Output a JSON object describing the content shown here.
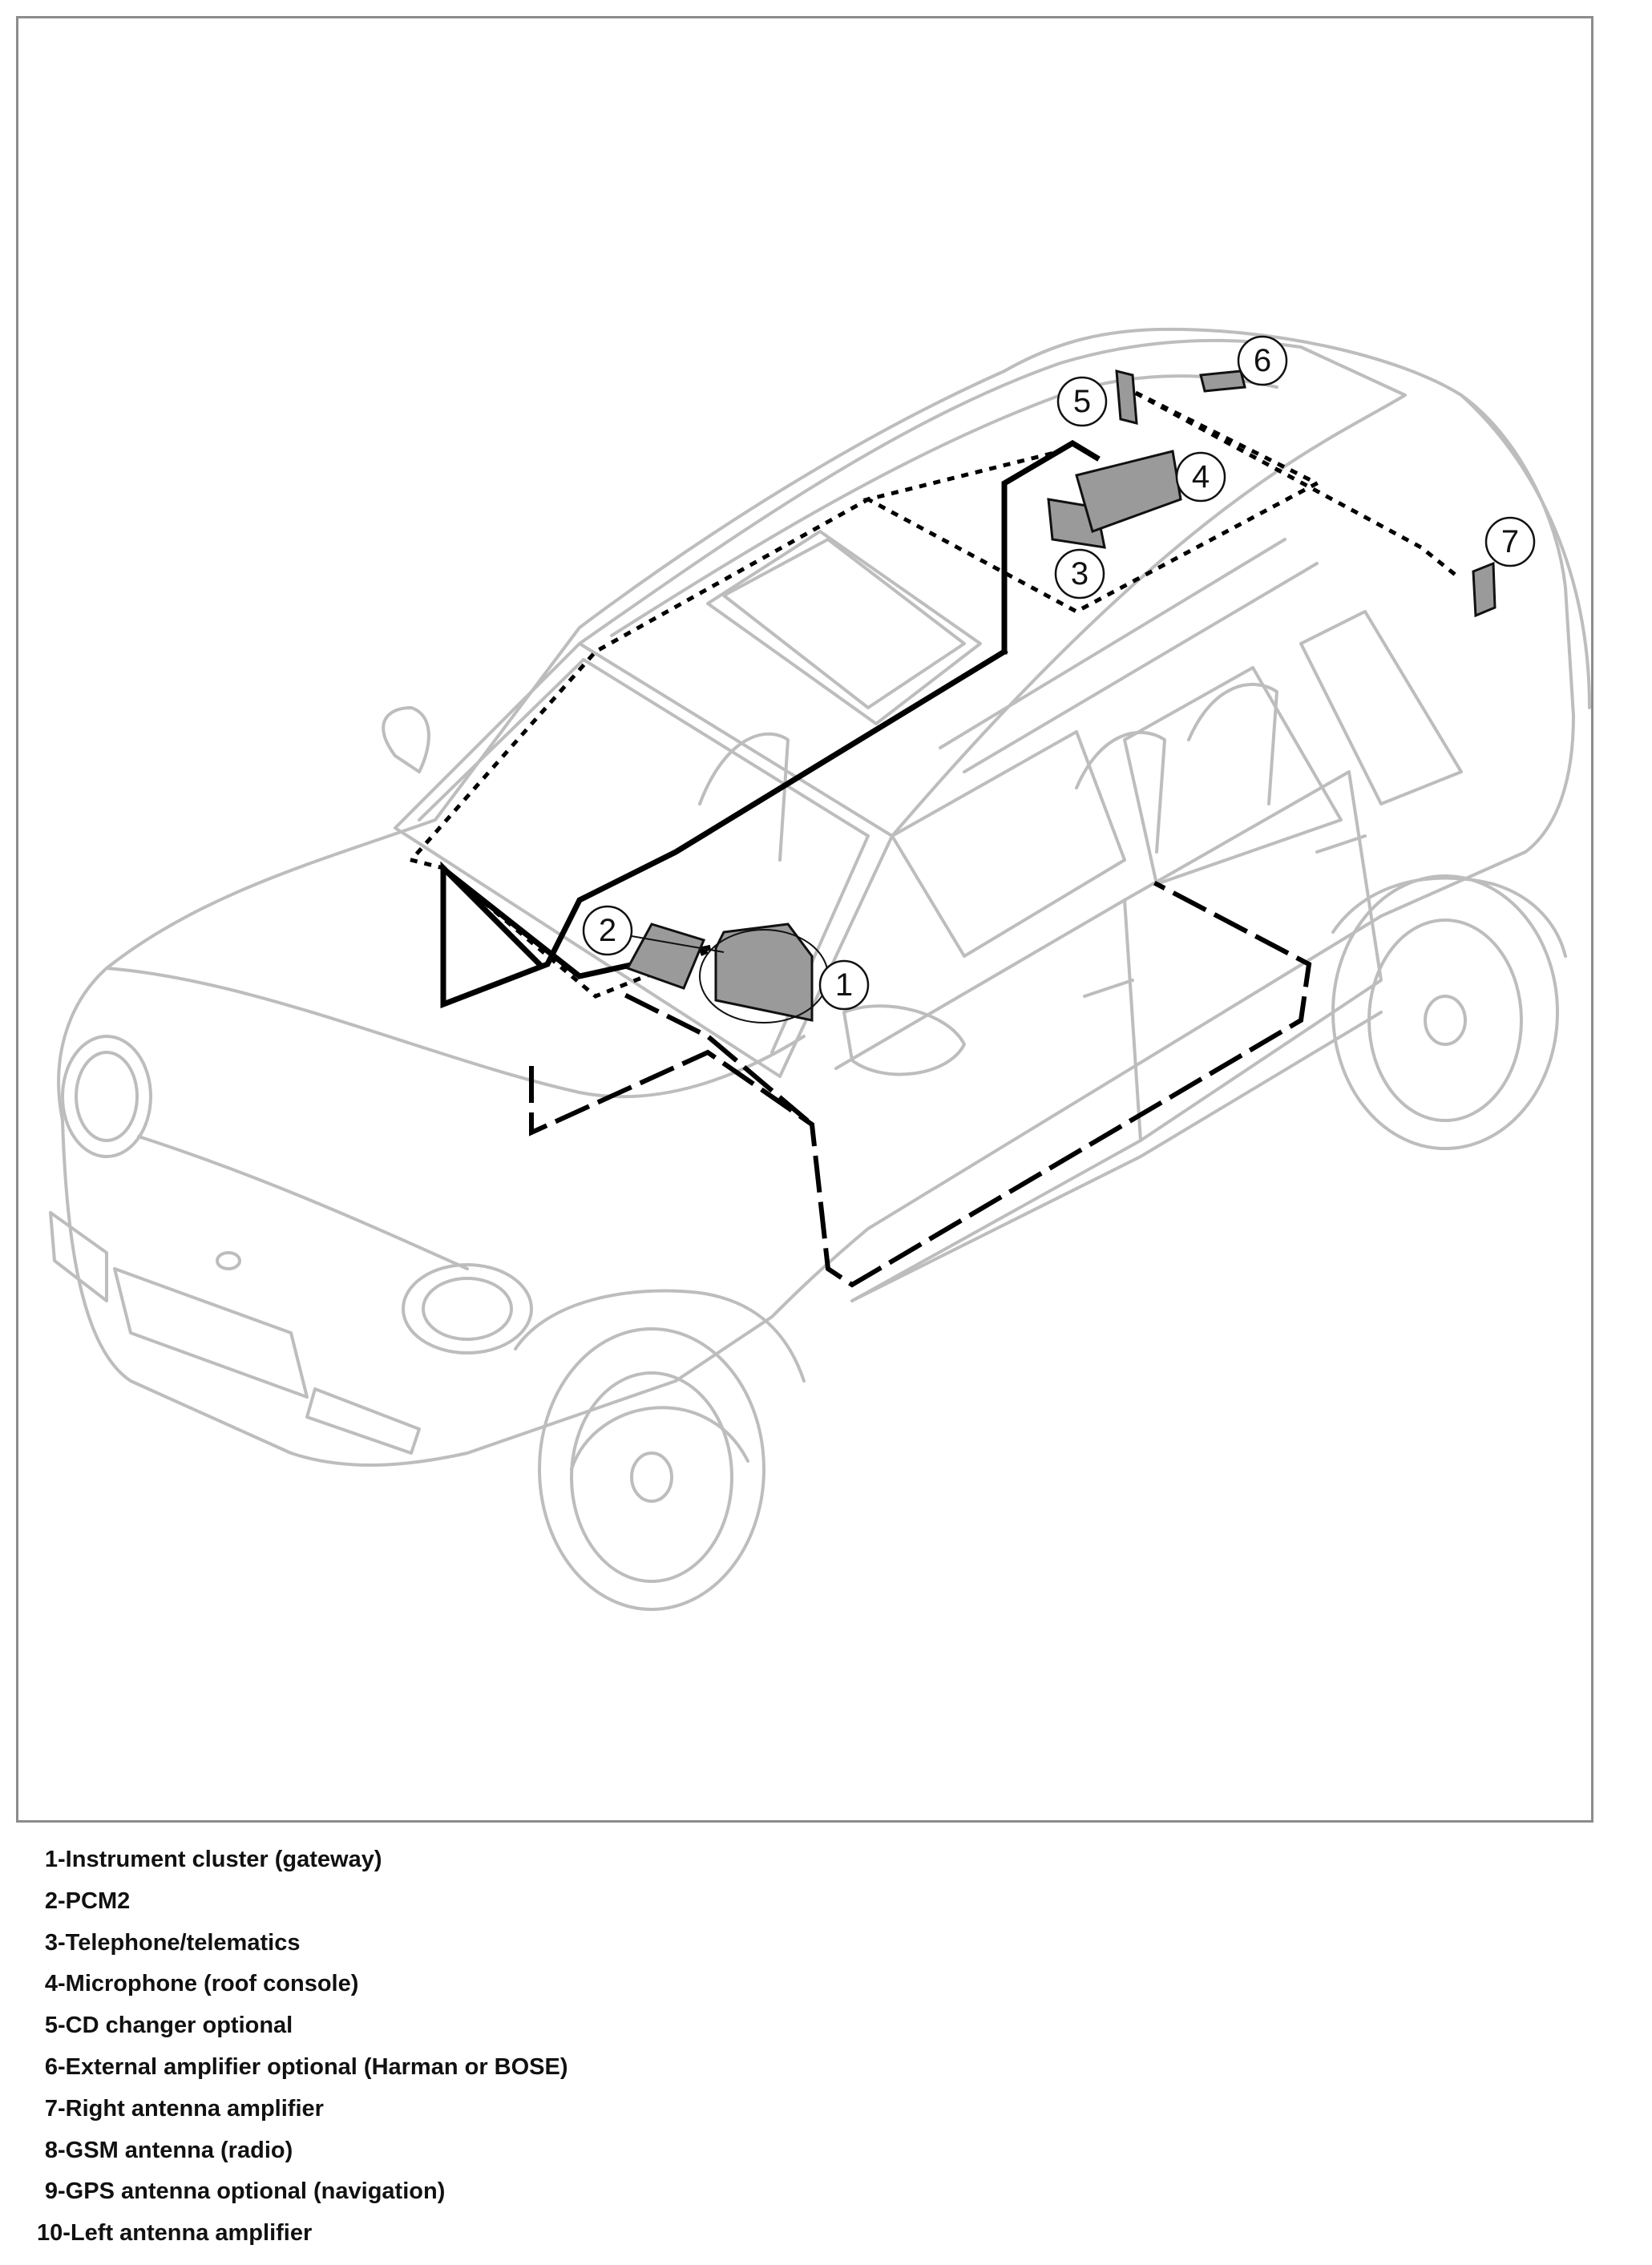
{
  "colors": {
    "car_outline": "#bdbdbd",
    "wiring": "#000000",
    "component_fill": "#9a9a9a",
    "frame": "#8c8c8c"
  },
  "diagram": {
    "callouts": [
      "1",
      "2",
      "3",
      "4",
      "5",
      "6",
      "7"
    ]
  },
  "legend": [
    {
      "num": "1",
      "label": "Instrument cluster (gateway)"
    },
    {
      "num": "2",
      "label": "PCM2"
    },
    {
      "num": "3",
      "label": "Telephone/telematics"
    },
    {
      "num": "4",
      "label": "Microphone (roof console)"
    },
    {
      "num": "5",
      "label": "CD changer optional"
    },
    {
      "num": "6",
      "label": "External amplifier optional (Harman or BOSE)"
    },
    {
      "num": "7",
      "label": "Right antenna amplifier"
    },
    {
      "num": "8",
      "label": "GSM antenna (radio)"
    },
    {
      "num": "9",
      "label": "GPS antenna optional (navigation)"
    },
    {
      "num": "10",
      "label": "Left antenna amplifier"
    }
  ]
}
